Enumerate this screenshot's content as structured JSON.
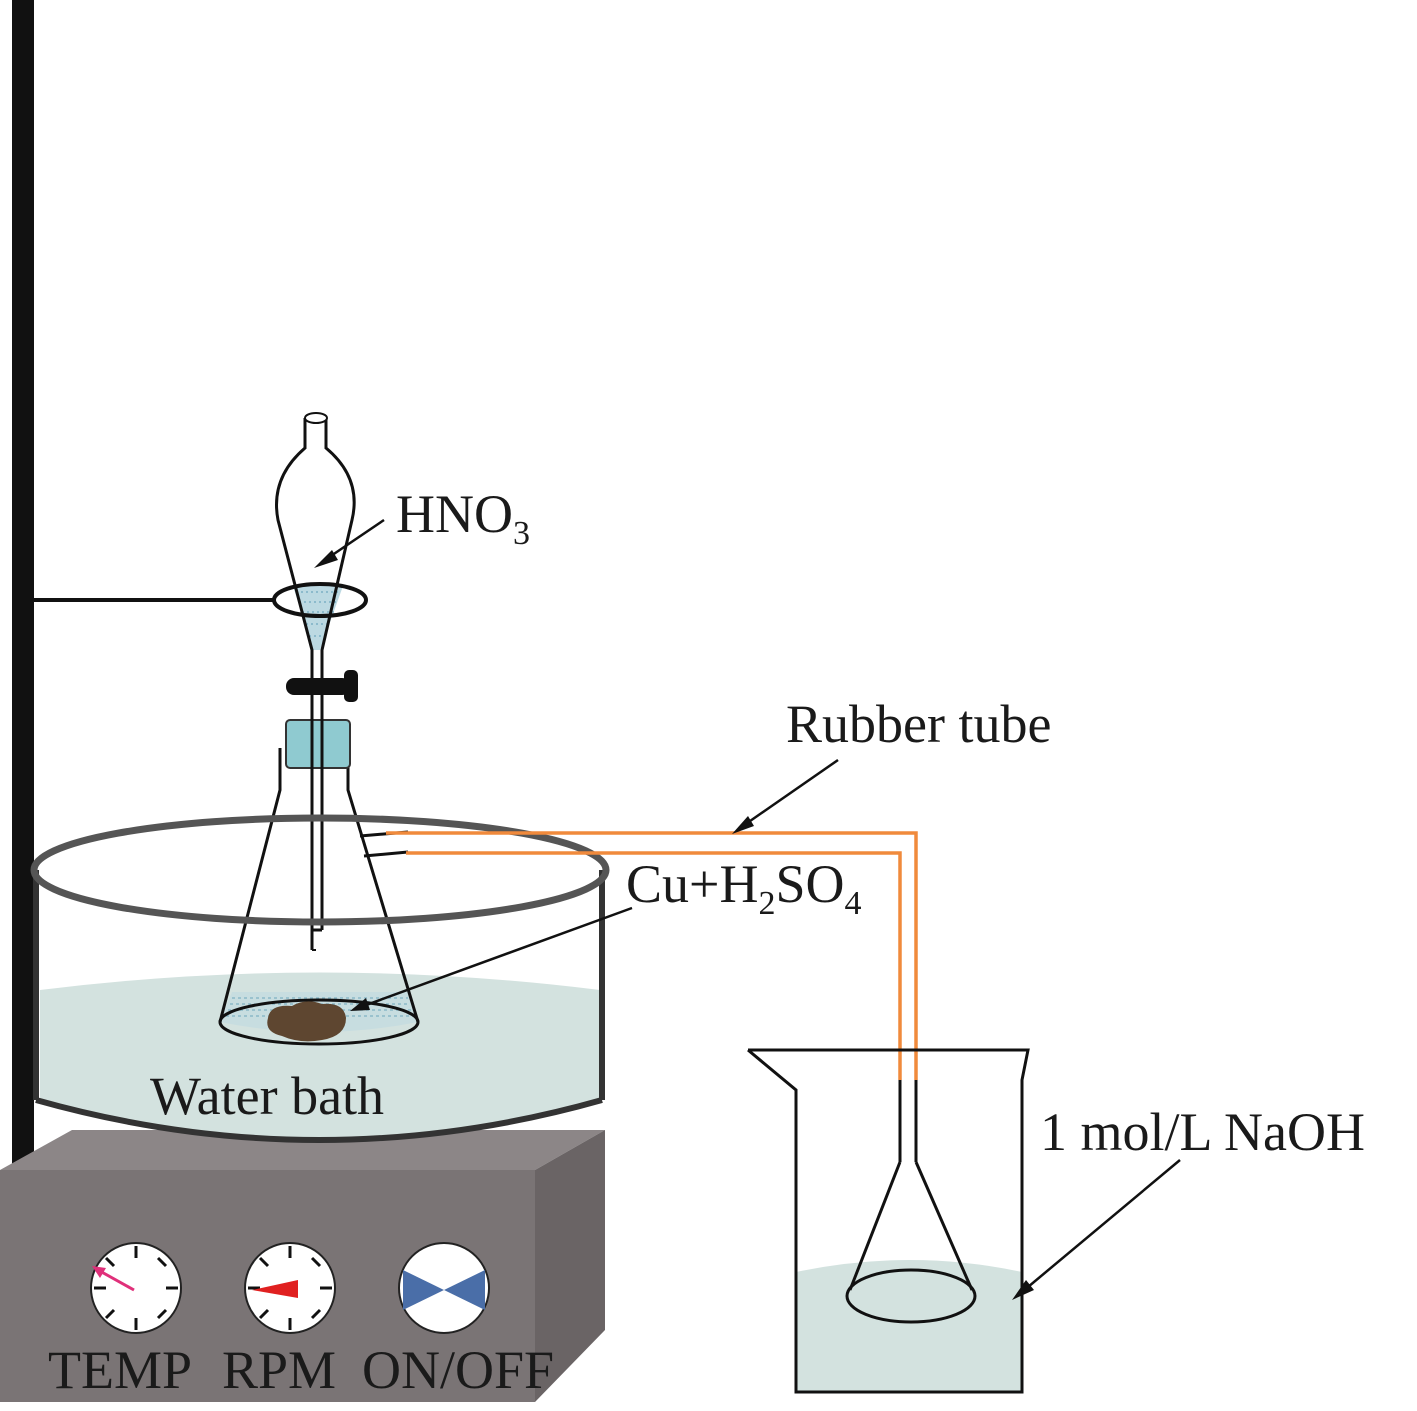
{
  "labels": {
    "hno3": {
      "main": "HNO",
      "sub": "3"
    },
    "rubber_tube": "Rubber tube",
    "cu_h2so4": {
      "a": "Cu+H",
      "sub1": "2",
      "b": "SO",
      "sub2": "4"
    },
    "water_bath": "Water bath",
    "naoh": "1 mol/L NaOH",
    "temp": "TEMP",
    "rpm": "RPM",
    "onoff": "ON/OFF"
  },
  "colors": {
    "stand": "#111111",
    "liquid": "#d3e2df",
    "rubber_tube": "#f08a3c",
    "stopper": "#8fcad0",
    "stirrer_top": "#8c8687",
    "stirrer_front": "#7a7475",
    "stirrer_side": "#6a6465",
    "copper": "#5e4630",
    "temp_needle": "#e0307a",
    "rpm_needle": "#e02020",
    "switch": "#4a6ea8"
  }
}
